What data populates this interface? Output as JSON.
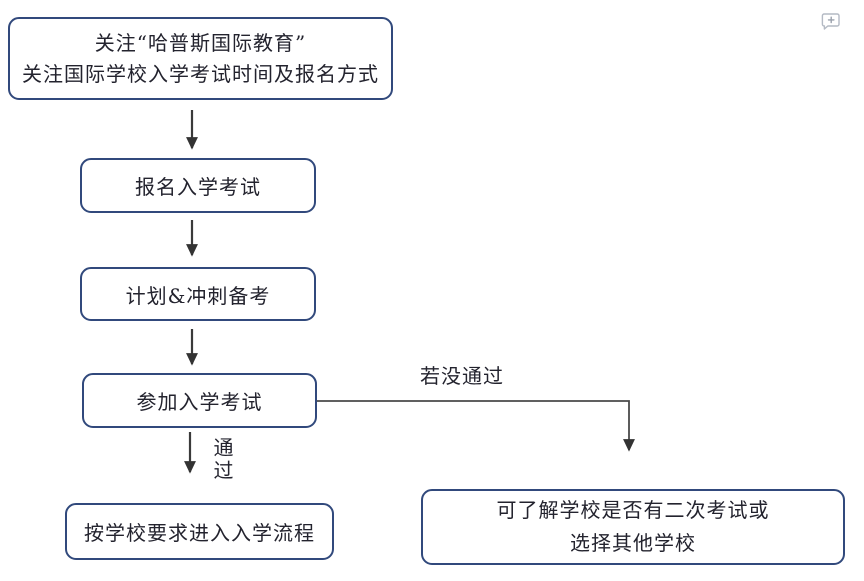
{
  "flowchart": {
    "border_color": "#31497c",
    "arrow_color": "#3a3a3a",
    "text_color": "#23232e",
    "nodes": [
      {
        "id": "follow",
        "lines": [
          "关注“哈普斯国际教育”",
          "关注国际学校入学考试时间及报名方式"
        ]
      },
      {
        "id": "signup",
        "lines": [
          "报名入学考试"
        ]
      },
      {
        "id": "plan",
        "lines": [
          "计划&冲刺备考"
        ]
      },
      {
        "id": "exam",
        "lines": [
          "参加入学考试"
        ]
      },
      {
        "id": "enroll",
        "lines": [
          "按学校要求进入入学流程"
        ]
      },
      {
        "id": "retry",
        "lines": [
          "可了解学校是否有二次考试或",
          "选择其他学校"
        ]
      }
    ],
    "labels": {
      "pass": "通过",
      "fail": "若没通过"
    }
  },
  "icons": {
    "comment": "add-comment-bubble"
  }
}
